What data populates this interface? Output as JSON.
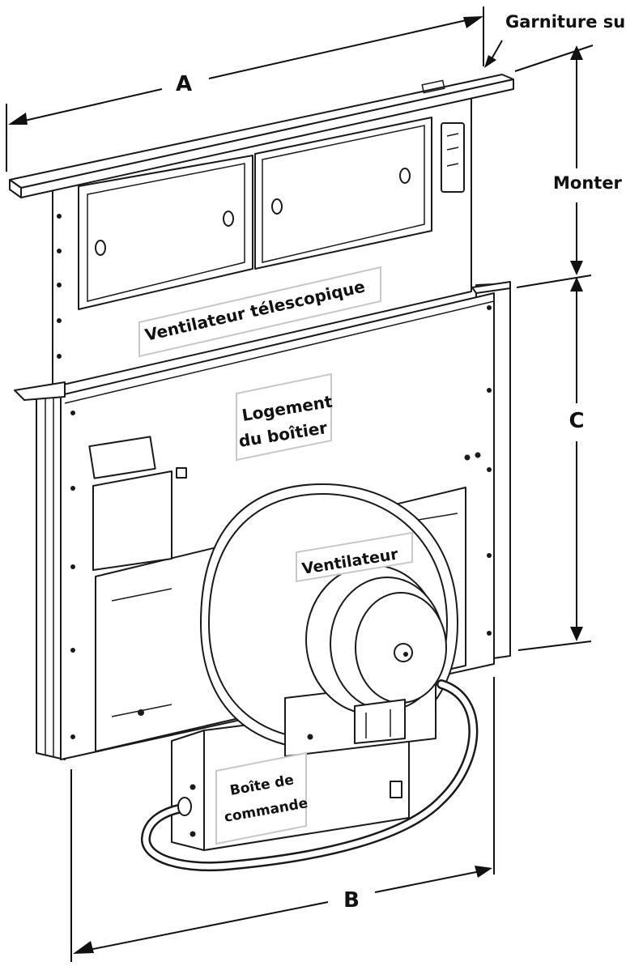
{
  "dimensions": {
    "a": "A",
    "b": "B",
    "c": "C",
    "lift": "Monter",
    "top_trim": "Garniture sup"
  },
  "labels": {
    "telescopic_fan": "Ventilateur télescopique",
    "housing_line1": "Logement",
    "housing_line2": "du boîtier",
    "fan": "Ventilateur",
    "control_box_line1": "Boîte de",
    "control_box_line2": "commande"
  }
}
